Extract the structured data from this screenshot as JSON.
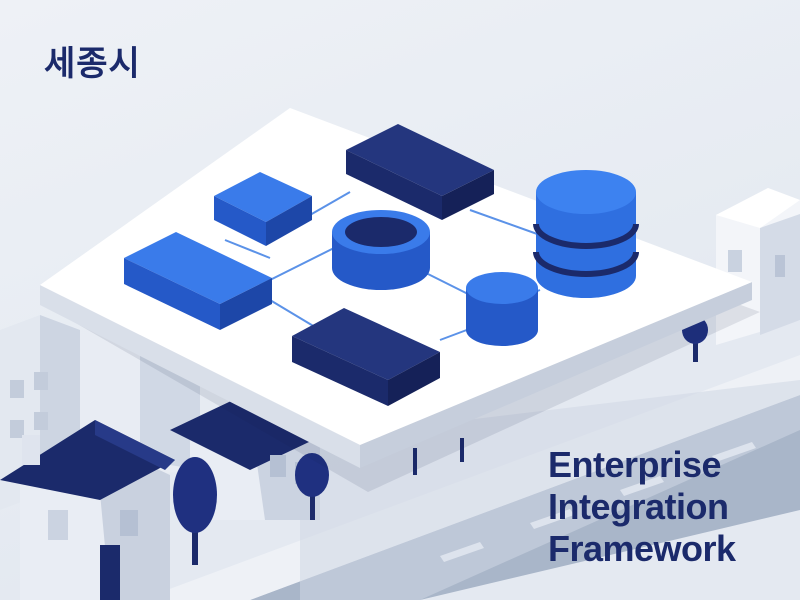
{
  "city_label": "세종시",
  "headline": {
    "line1": "Enterprise",
    "line2": "Integration",
    "line3": "Framework"
  },
  "colors": {
    "navy": "#1b2a6b",
    "blue": "#2f6fe0",
    "platform": "#ffffff",
    "connector": "#6aa0ee",
    "building": "#dfe4ee"
  }
}
